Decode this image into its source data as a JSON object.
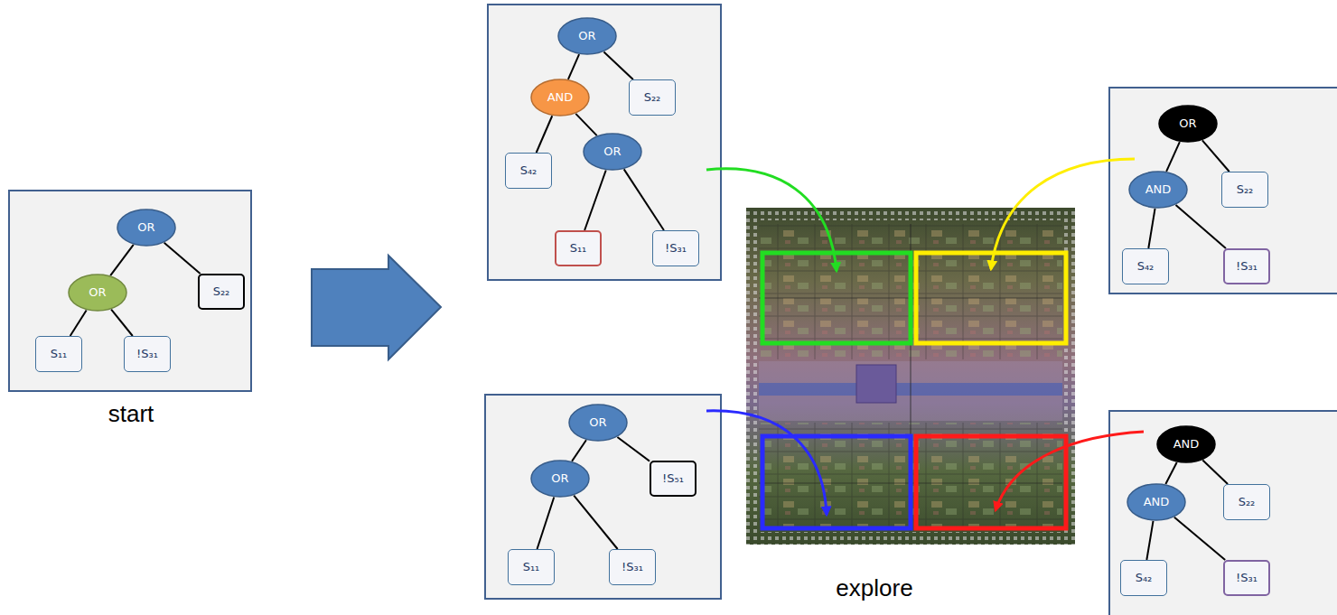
{
  "diagram": {
    "nodes": [
      {
        "text": [
          "OR"
        ]
      },
      {
        "text": [
          "OR"
        ]
      },
      {
        "text": [
          "S₂₂"
        ]
      },
      {
        "text": [
          "S₁₁"
        ]
      },
      {
        "text": [
          "!S₃₁"
        ]
      },
      {
        "text": [
          "OR"
        ]
      },
      {
        "text": [
          "AND"
        ]
      },
      {
        "text": [
          "S₂₂"
        ]
      },
      {
        "text": [
          "S₄₂"
        ]
      },
      {
        "text": [
          "OR"
        ]
      },
      {
        "text": [
          "S₁₁"
        ]
      },
      {
        "text": [
          "!S₃₁"
        ]
      },
      {
        "text": [
          "OR"
        ]
      },
      {
        "text": [
          "AND"
        ]
      },
      {
        "text": [
          "S₂₂"
        ]
      },
      {
        "text": [
          "S₄₂"
        ]
      },
      {
        "text": [
          "!S₃₁"
        ]
      },
      {
        "text": [
          "OR"
        ]
      },
      {
        "text": [
          "OR"
        ]
      },
      {
        "text": [
          "!S₅₁"
        ]
      },
      {
        "text": [
          "S₁₁"
        ]
      },
      {
        "text": [
          "!S₃₁"
        ]
      },
      {
        "text": [
          "AND"
        ]
      },
      {
        "text": [
          "AND"
        ]
      },
      {
        "text": [
          "S₂₂"
        ]
      },
      {
        "text": [
          "S₄₂"
        ]
      },
      {
        "text": [
          "!S₃₁"
        ]
      }
    ],
    "edges": [
      {
        "from": 0,
        "to": 1,
        "arrow": "none"
      },
      {
        "from": 0,
        "to": 2,
        "arrow": "none"
      },
      {
        "from": 1,
        "to": 3,
        "arrow": "none"
      },
      {
        "from": 1,
        "to": 4,
        "arrow": "none"
      },
      {
        "from": 5,
        "to": 6,
        "arrow": "none"
      },
      {
        "from": 5,
        "to": 7,
        "arrow": "none"
      },
      {
        "from": 6,
        "to": 8,
        "arrow": "none"
      },
      {
        "from": 6,
        "to": 9,
        "arrow": "none"
      },
      {
        "from": 9,
        "to": 10,
        "arrow": "none"
      },
      {
        "from": 9,
        "to": 11,
        "arrow": "none"
      },
      {
        "from": 12,
        "to": 13,
        "arrow": "none"
      },
      {
        "from": 12,
        "to": 14,
        "arrow": "none"
      },
      {
        "from": 13,
        "to": 15,
        "arrow": "none"
      },
      {
        "from": 13,
        "to": 16,
        "arrow": "none"
      },
      {
        "from": 17,
        "to": 18,
        "arrow": "none"
      },
      {
        "from": 17,
        "to": 19,
        "arrow": "none"
      },
      {
        "from": 18,
        "to": 20,
        "arrow": "none"
      },
      {
        "from": 18,
        "to": 21,
        "arrow": "none"
      },
      {
        "from": 22,
        "to": 23,
        "arrow": "none"
      },
      {
        "from": 22,
        "to": 24,
        "arrow": "none"
      },
      {
        "from": 23,
        "to": 25,
        "arrow": "none"
      },
      {
        "from": 23,
        "to": 26,
        "arrow": "none"
      }
    ],
    "labels": [
      "start",
      "explore"
    ]
  }
}
